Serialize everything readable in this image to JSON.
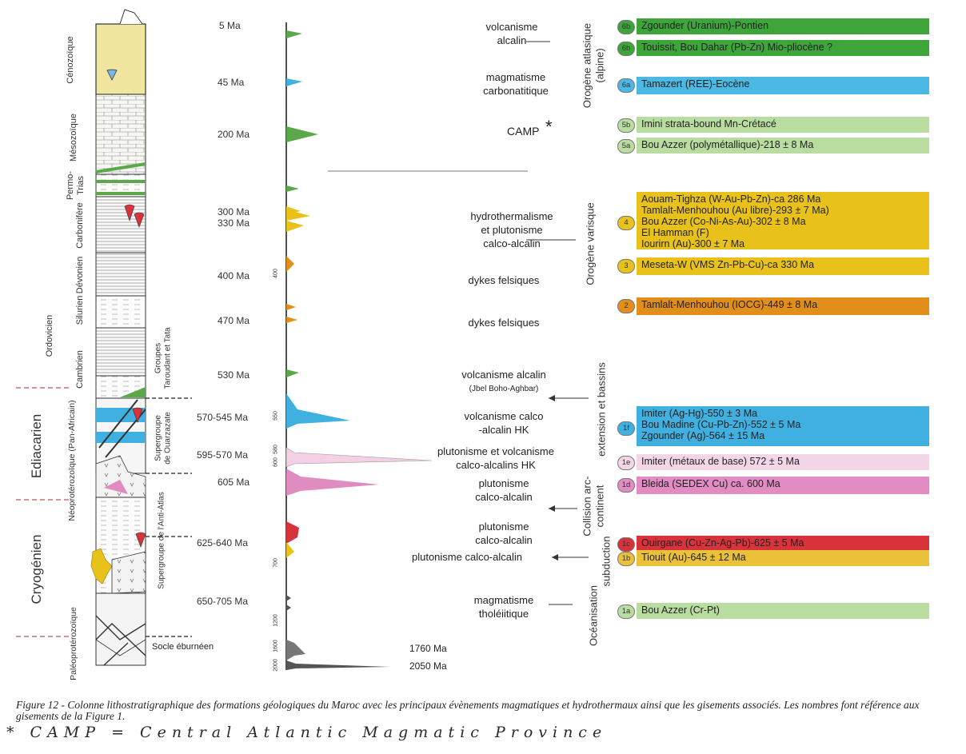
{
  "colors": {
    "cenozoic_fill": "#f0e6a0",
    "volcanic_green": "#5aa84a",
    "blue": "#3fb0e0",
    "yellow": "#e8c21a",
    "orange": "#e28e1a",
    "pink": "#e08cc0",
    "light_pink": "#f4d0e4",
    "red": "#d8333a",
    "pale_green": "#b9dca0",
    "dark_green": "#3ea53a"
  },
  "periods": {
    "cenozoique": "Cénozoïque",
    "mesozoique": "Mésozoïque",
    "permo_trias": [
      "Permo-",
      "Trias"
    ],
    "carbonifere": "Carbonifère",
    "devonien": "Dévonien",
    "silurien": "Silurien",
    "ordovicien": "Ordovicien",
    "cambrien": "Cambrien",
    "ediacarien": "Ediacarien",
    "cryogenien": "Cryogénien",
    "neoproterozoique": "Néoprotérozoïque (Pan-Africain)",
    "paleoproterozoique": "Paléoprotérozoïque",
    "groupes": [
      "Groupes",
      "Taroudant et Tata"
    ],
    "supergroupe_ouarzazate": [
      "Supergroupe",
      "de Ouarzazate"
    ],
    "supergroupe_antiatlas": "Supergroupe de l'Anti-Atlas",
    "socle": "Socle éburnéen"
  },
  "ages": [
    "5 Ma",
    "45 Ma",
    "200 Ma",
    "300 Ma",
    "330 Ma",
    "400 Ma",
    "470 Ma",
    "530 Ma",
    "570-545 Ma",
    "595-570 Ma",
    "605 Ma",
    "625-640 Ma",
    "650-705 Ma",
    "1760 Ma",
    "2050 Ma"
  ],
  "axis_small": [
    "400",
    "550",
    "580",
    "600",
    "700",
    "1200",
    "1600",
    "2000"
  ],
  "events": {
    "volc_alcalin_top": [
      "volcanisme",
      "alcalin"
    ],
    "carbonatitique": [
      "magmatisme",
      "carbonatitique"
    ],
    "camp": "CAMP",
    "camp_star": "*",
    "hydrothermalisme": [
      "hydrothermalisme",
      "et plutonisme",
      "calco-alcalin"
    ],
    "dykes1": "dykes felsiques",
    "dykes2": "dykes felsiques",
    "volc_alcalin_530": "volcanisme alcalin",
    "jbel": "(Jbel Boho-Aghbar)",
    "volc_calco": [
      "volcanisme calco",
      "-alcalin HK"
    ],
    "plut_volc": [
      "plutonisme et volcanisme",
      "calco-alcalins HK"
    ],
    "plut_605": [
      "plutonisme",
      "calco-alcalin"
    ],
    "plut_625": [
      "plutonisme",
      "calco-alcalin"
    ],
    "plut_645": "plutonisme calco-alcalin",
    "tholeiitique": [
      "magmatisme",
      "tholéiitique"
    ],
    "age_1760": "1760 Ma",
    "age_2050": "2050 Ma"
  },
  "orogenies": {
    "atlasique": [
      "Orogène atlasique",
      "(alpine)"
    ],
    "varisque": "Orogène varisque",
    "extension": "extension et bassins",
    "collision": [
      "Collision arc-",
      "continent"
    ],
    "subduction": "subduction",
    "oceanisation": "Océanisation"
  },
  "deposits": [
    {
      "badge": "6b",
      "color": "#3ea53a",
      "lines": [
        "Zgounder (Uranium)-Pontien"
      ]
    },
    {
      "badge": "6b",
      "color": "#3ea53a",
      "lines": [
        "Touissit, Bou Dahar (Pb-Zn) Mio-pliocène ?"
      ]
    },
    {
      "badge": "6a",
      "color": "#4cb8e4",
      "lines": [
        "Tamazert (REE)-Eocène"
      ]
    },
    {
      "badge": "5b",
      "color": "#b9dca0",
      "lines": [
        "Imini strata-bound Mn-Crétacé"
      ]
    },
    {
      "badge": "5a",
      "color": "#b9dca0",
      "lines": [
        "Bou Azzer (polymétallique)-218 ± 8 Ma"
      ]
    },
    {
      "badge": "4",
      "color": "#e8c21a",
      "lines": [
        "Aouam-Tighza (W-Au-Pb-Zn)-ca 286 Ma",
        "Tamlalt-Menhouhou (Au libre)-293 ± 7 Ma)",
        "Bou Azzer (Co-Ni-As-Au)-302 ± 8 Ma",
        "El Hamman (F)",
        "Iourirn  (Au)-300 ± 7 Ma"
      ]
    },
    {
      "badge": "3",
      "color": "#e8c21a",
      "lines": [
        "Meseta-W (VMS Zn-Pb-Cu)-ca 330 Ma"
      ]
    },
    {
      "badge": "2",
      "color": "#e28e1a",
      "lines": [
        "Tamlalt-Menhouhou (IOCG)-449 ± 8 Ma"
      ]
    },
    {
      "badge": "1f",
      "color": "#3fb0e0",
      "lines": [
        "Imiter (Ag-Hg)-550 ± 3 Ma",
        "Bou Madine (Cu-Pb-Zn)-552 ± 5 Ma",
        "Zgounder (Ag)-564 ± 15 Ma"
      ]
    },
    {
      "badge": "1e",
      "color": "#f4d7e6",
      "lines": [
        "Imiter (métaux de base) 572 ± 5 Ma"
      ]
    },
    {
      "badge": "1d",
      "color": "#e28cc4",
      "lines": [
        "Bleida (SEDEX Cu) ca. 600 Ma"
      ]
    },
    {
      "badge": "1c",
      "color": "#d8333a",
      "lines": [
        "Ouirgane (Cu-Zn-Ag-Pb)-625 ± 5 Ma"
      ]
    },
    {
      "badge": "1b",
      "color": "#eac23a",
      "lines": [
        "Tiouit (Au)-645 ± 12 Ma"
      ]
    },
    {
      "badge": "1a",
      "color": "#b9dca0",
      "lines": [
        "Bou Azzer (Cr-Pt)"
      ]
    }
  ],
  "caption": {
    "text": "Figure 12 - Colonne lithostratigraphique des formations géologiques du Maroc avec les principaux évènements magmatiques et hydrothermaux ainsi que les gisements associés. Les nombres font référence aux gisements de la Figure 1."
  },
  "handwritten": "* CAMP = Central Atlantic Magmatic Province"
}
